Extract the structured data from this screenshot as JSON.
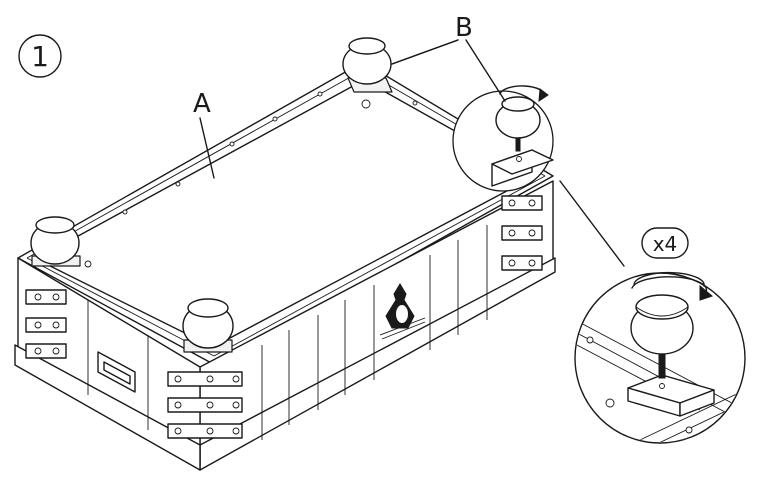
{
  "step": {
    "number": "1"
  },
  "labels": {
    "panel": "A",
    "feet": "B",
    "quantity": "x4"
  },
  "icons": {
    "rotation": "clockwise-arrow-icon",
    "detail": "magnifier-circle"
  },
  "colors": {
    "ink": "#1a1a1a",
    "paper": "#ffffff"
  }
}
